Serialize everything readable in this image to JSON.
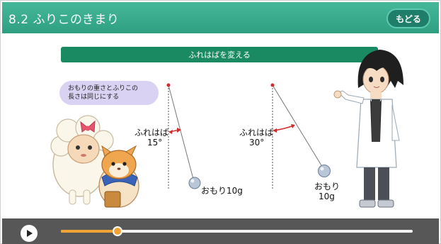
{
  "header": {
    "title": "8.2  ふりこのきまり",
    "back_label": "もどる"
  },
  "subtitle": "ふれはばを変える",
  "note": {
    "line1": "おもりの重さとふりこの",
    "line2": "長さは同じにする"
  },
  "pendulum_left": {
    "amp_label": "ふれはば",
    "amp_value": "15°",
    "weight_label": "おもり10g"
  },
  "pendulum_right": {
    "amp_label": "ふれはば",
    "amp_value": "30°",
    "weight_label_line1": "おもり",
    "weight_label_line2": "10g"
  },
  "player": {
    "progress": 0.16
  },
  "colors": {
    "header": "#34a488",
    "subtitle_bar": "#198a62",
    "accent": "#f2a336",
    "player_bar": "#575757"
  }
}
